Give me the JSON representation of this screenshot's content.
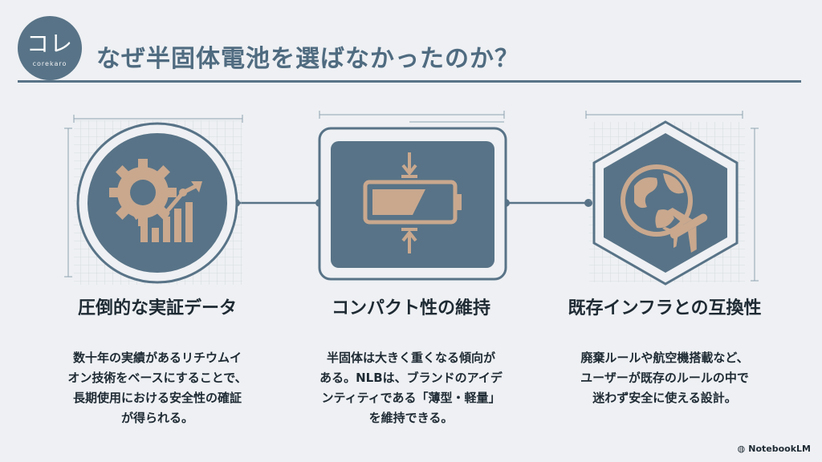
{
  "logo": {
    "text": "コレ",
    "subtext": "corekaro"
  },
  "title": "なぜ半固体電池を選ばなかったのか？",
  "cards": [
    {
      "heading": "圧倒的な実証データ",
      "icon": "gear-chart-icon",
      "lines": [
        "数十年の実績があるリチウムイ",
        "オン技術をベースにすることで、",
        "長期使用における安全性の確証",
        "が得られる。"
      ]
    },
    {
      "heading": "コンパクト性の維持",
      "icon": "battery-compress-icon",
      "lines": [
        "半固体は大きく重くなる傾向が",
        "ある。NLBは、ブランドのアイデ",
        "ンティティである「薄型・軽量」",
        "を維持できる。"
      ]
    },
    {
      "heading": "既存インフラとの互換性",
      "icon": "globe-airplane-icon",
      "lines": [
        "廃棄ルールや航空機搭載など、",
        "ユーザーが既存のルールの中で",
        "迷わず安全に使える設計。"
      ]
    }
  ],
  "brand": "NotebookLM",
  "colors": {
    "slate": "#587387",
    "accent": "#c9a88e",
    "background": "#eef0f3"
  }
}
